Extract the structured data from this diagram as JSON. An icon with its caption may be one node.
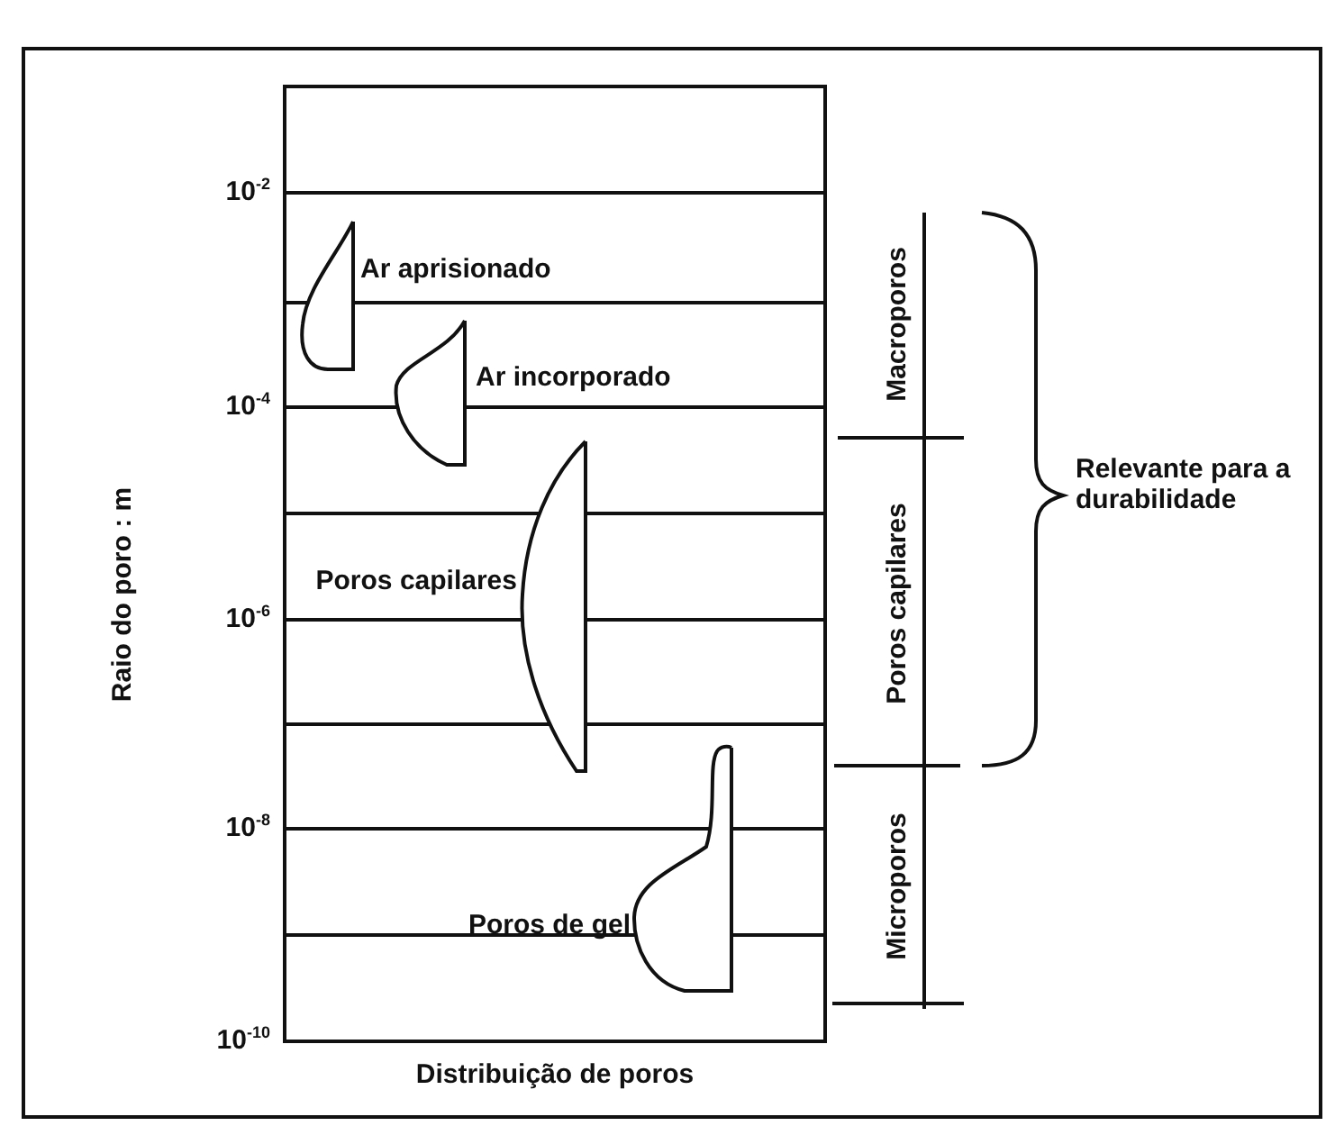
{
  "diagram": {
    "labels": [
      "10$^{-2}$",
      "Ar aprisionado",
      "Macroporos",
      "10$^{-4}$",
      "Ar incorporado",
      "Relevante para a durabilidade",
      "Poros capilares",
      "Poros capilares",
      "10$^{-6}$",
      "Raio do poro : m",
      "10$^{-8}$",
      "Poros de gel",
      "Microporos",
      "10$^{-10}$",
      "Distribuição de poros"
    ]
  }
}
